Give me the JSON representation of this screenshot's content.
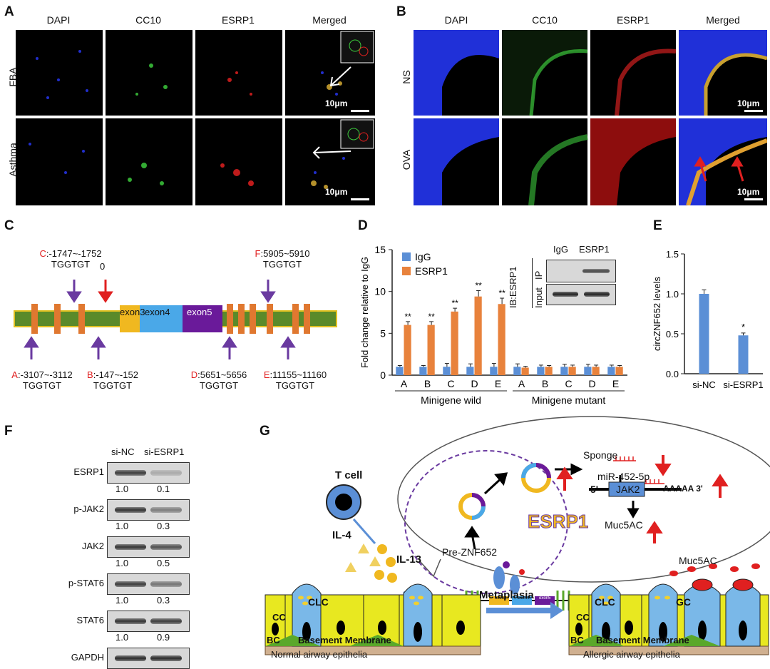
{
  "panelA": {
    "label": "A",
    "headers": [
      "DAPI",
      "CC10",
      "ESRP1",
      "Merged"
    ],
    "rows": [
      "FBA",
      "Asthma"
    ],
    "scale": "10μm"
  },
  "panelB": {
    "label": "B",
    "headers": [
      "DAPI",
      "CC10",
      "ESRP1",
      "Merged"
    ],
    "rows": [
      "NS",
      "OVA"
    ],
    "scale": "10μm"
  },
  "panelC": {
    "label": "C",
    "exons": [
      "exon3",
      "exon4",
      "exon5"
    ],
    "zero": "0",
    "sites": [
      {
        "letter": "C",
        "range": ":-1747~-1752",
        "motif": "TGGTGT"
      },
      {
        "letter": "F",
        "range": ":5905~5910",
        "motif": "TGGTGT"
      },
      {
        "letter": "A",
        "range": ":-3107~-3112",
        "motif": "TGGTGT"
      },
      {
        "letter": "B",
        "range": ":-147~-152",
        "motif": "TGGTGT"
      },
      {
        "letter": "D",
        "range": ":5651~5656",
        "motif": "TGGTGT"
      },
      {
        "letter": "E",
        "range": ":11155~11160",
        "motif": "TGGTGT"
      }
    ]
  },
  "panelD": {
    "label": "D",
    "blot_ib": "IB:ESRP1",
    "blot_ip": "IP",
    "blot_input": "Input",
    "blot_cols": [
      "IgG",
      "ESRP1"
    ],
    "group1": "Minigene wild",
    "group2": "Minigene mutant",
    "sig": "**"
  },
  "panelE": {
    "label": "E",
    "sig": "*"
  },
  "panelF": {
    "label": "F",
    "cols": [
      "si-NC",
      "si-ESRP1"
    ],
    "rows": [
      {
        "name": "ESRP1",
        "v1": "1.0",
        "v2": "0.1"
      },
      {
        "name": "p-JAK2",
        "v1": "1.0",
        "v2": "0.3"
      },
      {
        "name": "JAK2",
        "v1": "1.0",
        "v2": "0.5"
      },
      {
        "name": "p-STAT6",
        "v1": "1.0",
        "v2": "0.3"
      },
      {
        "name": "STAT6",
        "v1": "1.0",
        "v2": "0.9"
      },
      {
        "name": "GAPDH",
        "v1": "",
        "v2": ""
      }
    ]
  },
  "panelG": {
    "label": "G",
    "tcell": "T cell",
    "il4": "IL-4",
    "il13": "IL-13",
    "pre": "Pre-ZNF652",
    "esrp1": "ESRP1",
    "sponge": "Sponge",
    "mirna": "miR-452-5p",
    "jak2": "JAK2",
    "five": "5'",
    "three": "AAAAA 3'",
    "muc": "Muc5AC",
    "muc_top": "Muc5AC",
    "metaplasia": "Metaplasia",
    "cc": "CC",
    "clc": "CLC",
    "bc": "BC",
    "gc": "GC",
    "basement": "Basement Membrane",
    "normal": "Normal airway epithelia",
    "allergic": "Allergic airway epithelia",
    "ex3": "exon3",
    "ex4": "exon4",
    "ex5": "exon5"
  },
  "chart_data": [
    {
      "type": "bar",
      "title": "",
      "xlabel": "",
      "ylabel": "Fold change relative to IgG",
      "ylim": [
        0,
        15
      ],
      "yticks": [
        0,
        5,
        10,
        15
      ],
      "categories": [
        "A",
        "B",
        "C",
        "D",
        "E",
        "A",
        "B",
        "C",
        "D",
        "E"
      ],
      "groups": [
        "Minigene wild",
        "Minigene mutant"
      ],
      "legend_position": "top-left",
      "series": [
        {
          "name": "IgG",
          "color": "#5b8fd6",
          "values": [
            1.0,
            1.0,
            1.0,
            1.0,
            1.0,
            1.0,
            1.0,
            1.0,
            1.0,
            1.0
          ],
          "errors": [
            0.15,
            0.15,
            0.4,
            0.35,
            0.4,
            0.35,
            0.2,
            0.3,
            0.3,
            0.2
          ]
        },
        {
          "name": "ESRP1",
          "color": "#e8823c",
          "values": [
            6.0,
            6.0,
            7.6,
            9.4,
            8.5,
            0.9,
            1.0,
            1.0,
            1.0,
            1.0
          ],
          "errors": [
            0.4,
            0.4,
            0.4,
            0.7,
            0.7,
            0.15,
            0.15,
            0.2,
            0.2,
            0.15
          ]
        }
      ]
    },
    {
      "type": "bar",
      "title": "",
      "xlabel": "",
      "ylabel": "circZNF652 levels",
      "ylim": [
        0,
        1.5
      ],
      "yticks": [
        0.0,
        0.5,
        1.0,
        1.5
      ],
      "categories": [
        "si-NC",
        "si-ESRP1"
      ],
      "series": [
        {
          "name": "",
          "color": "#5b8fd6",
          "values": [
            1.0,
            0.48
          ],
          "errors": [
            0.05,
            0.03
          ]
        }
      ]
    }
  ]
}
